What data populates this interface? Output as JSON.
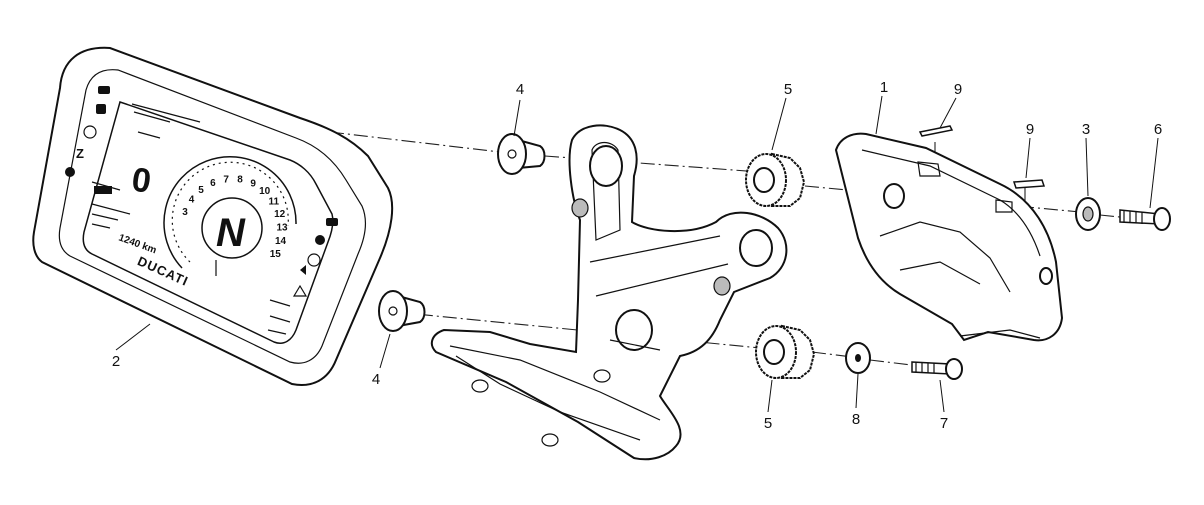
{
  "diagram": {
    "callouts": [
      {
        "id": "c1",
        "label": "1"
      },
      {
        "id": "c2",
        "label": "2"
      },
      {
        "id": "c3",
        "label": "3"
      },
      {
        "id": "c4a",
        "label": "4"
      },
      {
        "id": "c4b",
        "label": "4"
      },
      {
        "id": "c5a",
        "label": "5"
      },
      {
        "id": "c5b",
        "label": "5"
      },
      {
        "id": "c6",
        "label": "6"
      },
      {
        "id": "c7",
        "label": "7"
      },
      {
        "id": "c8",
        "label": "8"
      },
      {
        "id": "c9a",
        "label": "9"
      },
      {
        "id": "c9b",
        "label": "9"
      }
    ],
    "dashboard": {
      "brand": "DUCATI",
      "gear": "N",
      "speed": "0",
      "odometer": "1240 km",
      "dial_numbers": [
        "3",
        "4",
        "5",
        "6",
        "7",
        "8",
        "9",
        "10",
        "11",
        "12",
        "13",
        "14",
        "15"
      ]
    }
  }
}
